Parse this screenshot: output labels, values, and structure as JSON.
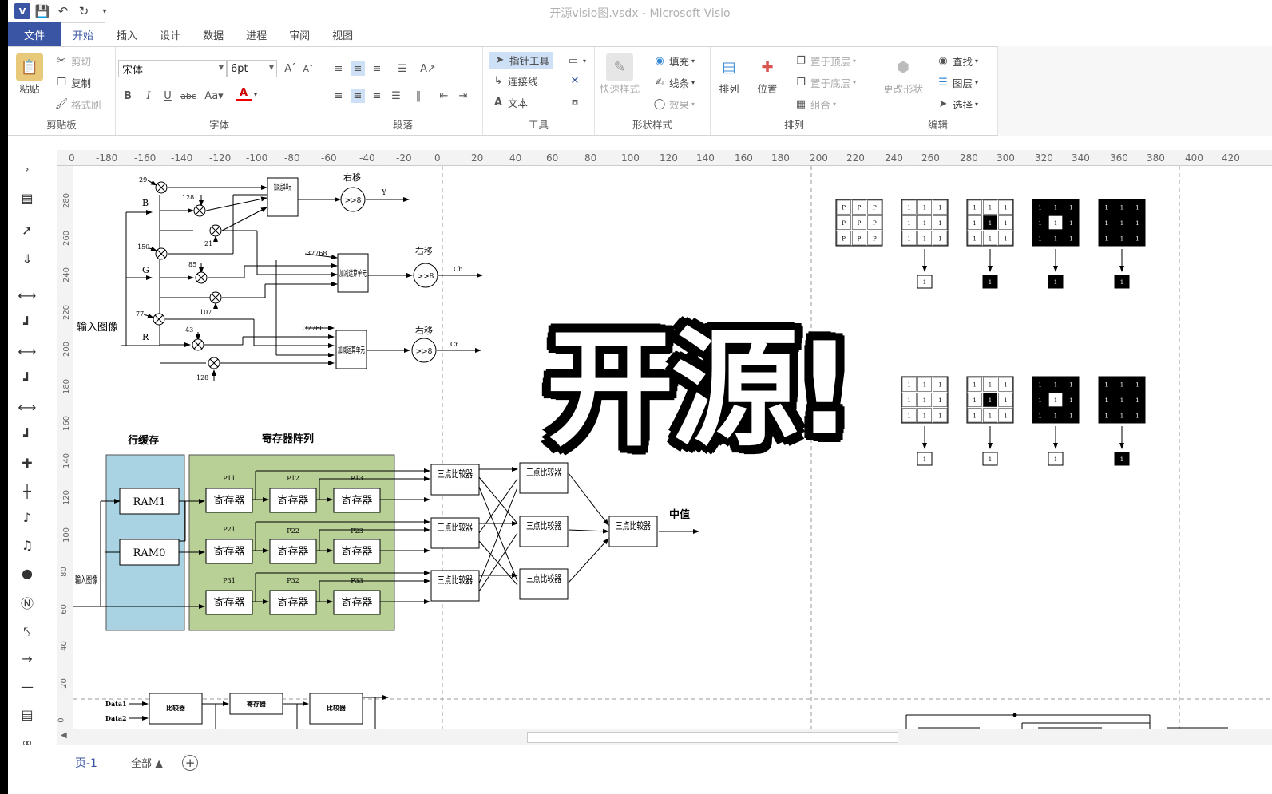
{
  "window": {
    "title": "开源visio图.vsdx - Microsoft Visio",
    "app_icon": "visio-logo"
  },
  "tabs": [
    {
      "label": "文件"
    },
    {
      "label": "开始"
    },
    {
      "label": "插入"
    },
    {
      "label": "设计"
    },
    {
      "label": "数据"
    },
    {
      "label": "进程"
    },
    {
      "label": "审阅"
    },
    {
      "label": "视图"
    }
  ],
  "ribbon": {
    "clipboard": {
      "paste": "粘贴",
      "cut": "剪切",
      "copy": "复制",
      "format_painter": "格式刷",
      "label": "剪贴板"
    },
    "font": {
      "family": "宋体",
      "size": "6pt",
      "label": "字体"
    },
    "paragraph": {
      "label": "段落"
    },
    "tools": {
      "pointer": "指针工具",
      "connector": "连接线",
      "text": "文本",
      "label": "工具"
    },
    "shape_styles": {
      "quick_styles": "快速样式",
      "fill": "填充",
      "line": "线条",
      "effects": "效果",
      "label": "形状样式"
    },
    "arrange": {
      "arrange": "排列",
      "position": "位置",
      "bring_front": "置于顶层",
      "send_back": "置于底层",
      "group": "组合",
      "label": "排列"
    },
    "editing": {
      "change_shape": "更改形状",
      "find": "查找",
      "layers": "图层",
      "select": "选择",
      "label": "编辑"
    }
  },
  "ruler": {
    "top_ticks": [
      "0",
      "-180",
      "-160",
      "-140",
      "-120",
      "-100",
      "-80",
      "-60",
      "-40",
      "-20",
      "0",
      "20",
      "40",
      "60",
      "80",
      "100",
      "120",
      "140",
      "160",
      "180",
      "200",
      "220",
      "240",
      "260",
      "280",
      "300",
      "320",
      "340",
      "360",
      "380",
      "400",
      "420"
    ],
    "left_ticks": [
      "280",
      "260",
      "240",
      "220",
      "200",
      "180",
      "160",
      "140",
      "120",
      "100",
      "80",
      "60",
      "40",
      "20",
      "0"
    ]
  },
  "diagram": {
    "ycbcr": {
      "input": "输入图像",
      "channels": [
        "B",
        "G",
        "R"
      ],
      "coeffs": [
        "29",
        "128",
        "21",
        "150",
        "85",
        "107",
        "77",
        "43",
        "128"
      ],
      "adder": "加减运算单元",
      "shift_label": "右移",
      "shift_op": ">>8",
      "outputs": [
        "Y",
        "Cb",
        "Cr"
      ],
      "const": "32768"
    },
    "median": {
      "line_buffer": "行缓存",
      "reg_array": "寄存器阵列",
      "rams": [
        "RAM1",
        "RAM0"
      ],
      "input": "输入图像",
      "register": "寄存器",
      "comparator": "三点比较器",
      "output": "中值",
      "pixel_labels": [
        "P11",
        "P12",
        "P13",
        "P21",
        "P22",
        "P23",
        "P31",
        "P32",
        "P33"
      ]
    },
    "bottom": {
      "inputs": [
        "Data1",
        "Data2"
      ],
      "comparator": "比较器",
      "register": "寄存器"
    },
    "morph_cell": "1"
  },
  "overlay": {
    "text": "开源!"
  },
  "status": {
    "page": "页-1",
    "all": "全部"
  },
  "colors": {
    "accent": "#3955a3",
    "line_buffer_fill": "#a9d3e3",
    "reg_array_fill": "#b8cf95"
  }
}
